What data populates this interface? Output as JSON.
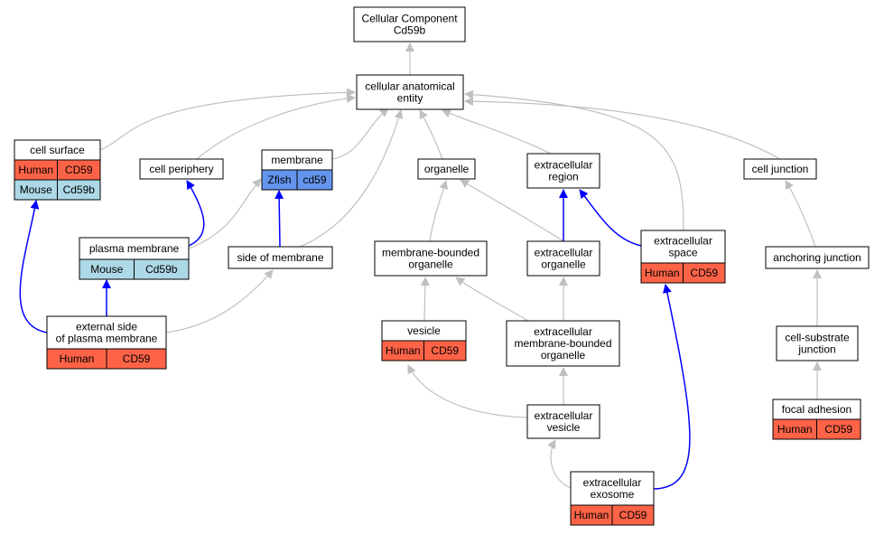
{
  "colors": {
    "edge_default": "#c0c0c0",
    "edge_annotation": "#0000ff",
    "human": "#ff6347",
    "mouse": "#add8e6",
    "zfish": "#6495ed"
  },
  "nodes": [
    {
      "id": "root",
      "lines": [
        "Cellular Component",
        "Cd59b"
      ]
    },
    {
      "id": "cae",
      "lines": [
        "cellular anatomical",
        "entity"
      ]
    },
    {
      "id": "cell-surface",
      "lines": [
        "cell surface"
      ],
      "rows": [
        [
          "Human",
          "CD59"
        ],
        [
          "Mouse",
          "Cd59b"
        ]
      ]
    },
    {
      "id": "cell-periphery",
      "lines": [
        "cell periphery"
      ]
    },
    {
      "id": "membrane",
      "lines": [
        "membrane"
      ],
      "rows": [
        [
          "Zfish",
          "cd59"
        ]
      ]
    },
    {
      "id": "organelle",
      "lines": [
        "organelle"
      ]
    },
    {
      "id": "extracellular-region",
      "lines": [
        "extracellular",
        "region"
      ]
    },
    {
      "id": "cell-junction",
      "lines": [
        "cell junction"
      ]
    },
    {
      "id": "plasma-membrane",
      "lines": [
        "plasma membrane"
      ],
      "rows": [
        [
          "Mouse",
          "Cd59b"
        ]
      ]
    },
    {
      "id": "side-of-membrane",
      "lines": [
        "side of membrane"
      ]
    },
    {
      "id": "mb-organelle",
      "lines": [
        "membrane-bounded",
        "organelle"
      ]
    },
    {
      "id": "ec-organelle",
      "lines": [
        "extracellular",
        "organelle"
      ]
    },
    {
      "id": "ec-space",
      "lines": [
        "extracellular",
        "space"
      ],
      "rows": [
        [
          "Human",
          "CD59"
        ]
      ]
    },
    {
      "id": "anchoring-junction",
      "lines": [
        "anchoring junction"
      ]
    },
    {
      "id": "ext-side-pm",
      "lines": [
        "external side",
        "of plasma membrane"
      ],
      "rows": [
        [
          "Human",
          "CD59"
        ]
      ]
    },
    {
      "id": "vesicle",
      "lines": [
        "vesicle"
      ],
      "rows": [
        [
          "Human",
          "CD59"
        ]
      ]
    },
    {
      "id": "ec-mb-organelle",
      "lines": [
        "extracellular",
        "membrane-bounded",
        "organelle"
      ]
    },
    {
      "id": "cell-substrate-junction",
      "lines": [
        "cell-substrate",
        "junction"
      ]
    },
    {
      "id": "ec-vesicle",
      "lines": [
        "extracellular",
        "vesicle"
      ]
    },
    {
      "id": "focal-adhesion",
      "lines": [
        "focal adhesion"
      ],
      "rows": [
        [
          "Human",
          "CD59"
        ]
      ]
    },
    {
      "id": "ec-exosome",
      "lines": [
        "extracellular",
        "exosome"
      ],
      "rows": [
        [
          "Human",
          "CD59"
        ]
      ]
    }
  ],
  "edges": [
    {
      "from": "cae",
      "to": "root",
      "type": "default"
    },
    {
      "from": "cell-surface",
      "to": "cae",
      "type": "default"
    },
    {
      "from": "cell-periphery",
      "to": "cae",
      "type": "default"
    },
    {
      "from": "membrane",
      "to": "cae",
      "type": "default"
    },
    {
      "from": "side-of-membrane",
      "to": "cae",
      "type": "default"
    },
    {
      "from": "organelle",
      "to": "cae",
      "type": "default"
    },
    {
      "from": "extracellular-region",
      "to": "cae",
      "type": "default"
    },
    {
      "from": "ec-space",
      "to": "cae",
      "type": "default"
    },
    {
      "from": "cell-junction",
      "to": "cae",
      "type": "default"
    },
    {
      "from": "plasma-membrane",
      "to": "cell-periphery",
      "type": "annotation"
    },
    {
      "from": "plasma-membrane",
      "to": "membrane",
      "type": "default"
    },
    {
      "from": "side-of-membrane",
      "to": "membrane",
      "type": "annotation"
    },
    {
      "from": "ext-side-pm",
      "to": "cell-surface",
      "type": "annotation"
    },
    {
      "from": "ext-side-pm",
      "to": "plasma-membrane",
      "type": "annotation"
    },
    {
      "from": "ext-side-pm",
      "to": "side-of-membrane",
      "type": "default"
    },
    {
      "from": "mb-organelle",
      "to": "organelle",
      "type": "default"
    },
    {
      "from": "ec-organelle",
      "to": "organelle",
      "type": "default"
    },
    {
      "from": "ec-organelle",
      "to": "extracellular-region",
      "type": "annotation"
    },
    {
      "from": "ec-space",
      "to": "extracellular-region",
      "type": "annotation"
    },
    {
      "from": "vesicle",
      "to": "mb-organelle",
      "type": "default"
    },
    {
      "from": "ec-mb-organelle",
      "to": "mb-organelle",
      "type": "default"
    },
    {
      "from": "ec-mb-organelle",
      "to": "ec-organelle",
      "type": "default"
    },
    {
      "from": "ec-vesicle",
      "to": "vesicle",
      "type": "default"
    },
    {
      "from": "ec-vesicle",
      "to": "ec-mb-organelle",
      "type": "default"
    },
    {
      "from": "ec-exosome",
      "to": "ec-vesicle",
      "type": "default"
    },
    {
      "from": "ec-exosome",
      "to": "ec-space",
      "type": "annotation"
    },
    {
      "from": "anchoring-junction",
      "to": "cell-junction",
      "type": "default"
    },
    {
      "from": "cell-substrate-junction",
      "to": "anchoring-junction",
      "type": "default"
    },
    {
      "from": "focal-adhesion",
      "to": "cell-substrate-junction",
      "type": "default"
    }
  ]
}
